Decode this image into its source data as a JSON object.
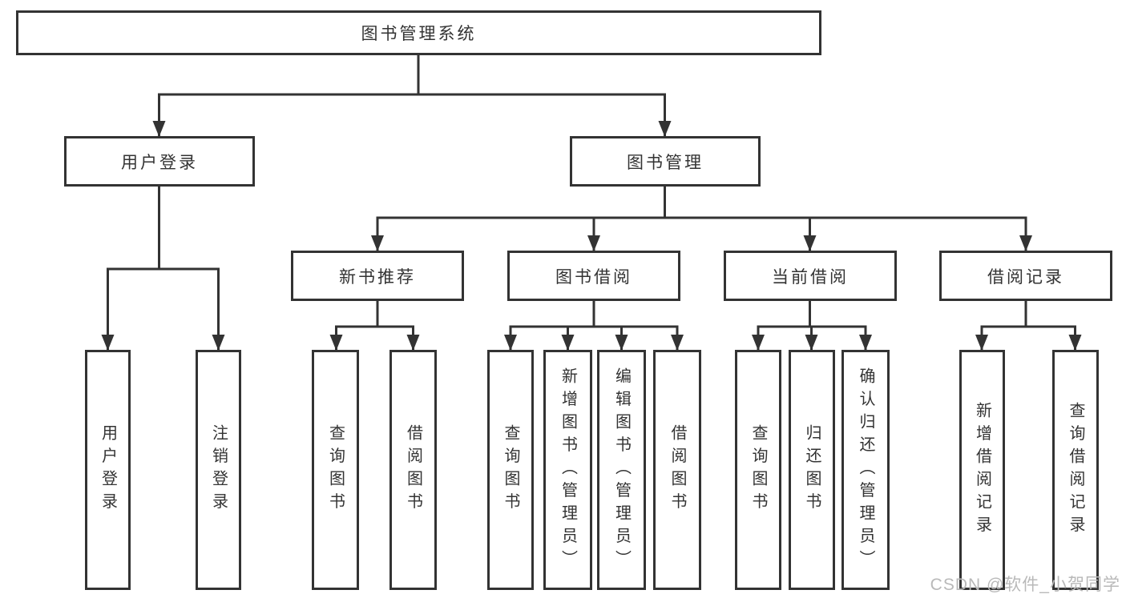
{
  "diagram": {
    "root": {
      "label": "图书管理系统"
    },
    "level2": [
      {
        "label": "用户登录",
        "children": [
          {
            "label": "用户登录"
          },
          {
            "label": "注销登录"
          }
        ]
      },
      {
        "label": "图书管理",
        "children": [
          {
            "label": "新书推荐",
            "children": [
              {
                "label": "查询图书"
              },
              {
                "label": "借阅图书"
              }
            ]
          },
          {
            "label": "图书借阅",
            "children": [
              {
                "label": "查询图书"
              },
              {
                "label": "新增图书（管理员）"
              },
              {
                "label": "编辑图书（管理员）"
              },
              {
                "label": "借阅图书"
              }
            ]
          },
          {
            "label": "当前借阅",
            "children": [
              {
                "label": "查询图书"
              },
              {
                "label": "归还图书"
              },
              {
                "label": "确认归还（管理员）"
              }
            ]
          },
          {
            "label": "借阅记录",
            "children": [
              {
                "label": "新增借阅记录"
              },
              {
                "label": "查询借阅记录"
              }
            ]
          }
        ]
      }
    ]
  },
  "watermark": {
    "text": "CSDN @软件_小贺同学"
  },
  "colors": {
    "line": "#333333",
    "text": "#333333",
    "box_background": "#ffffff",
    "page_background": "#ffffff",
    "watermark": "#b9b9b9"
  }
}
